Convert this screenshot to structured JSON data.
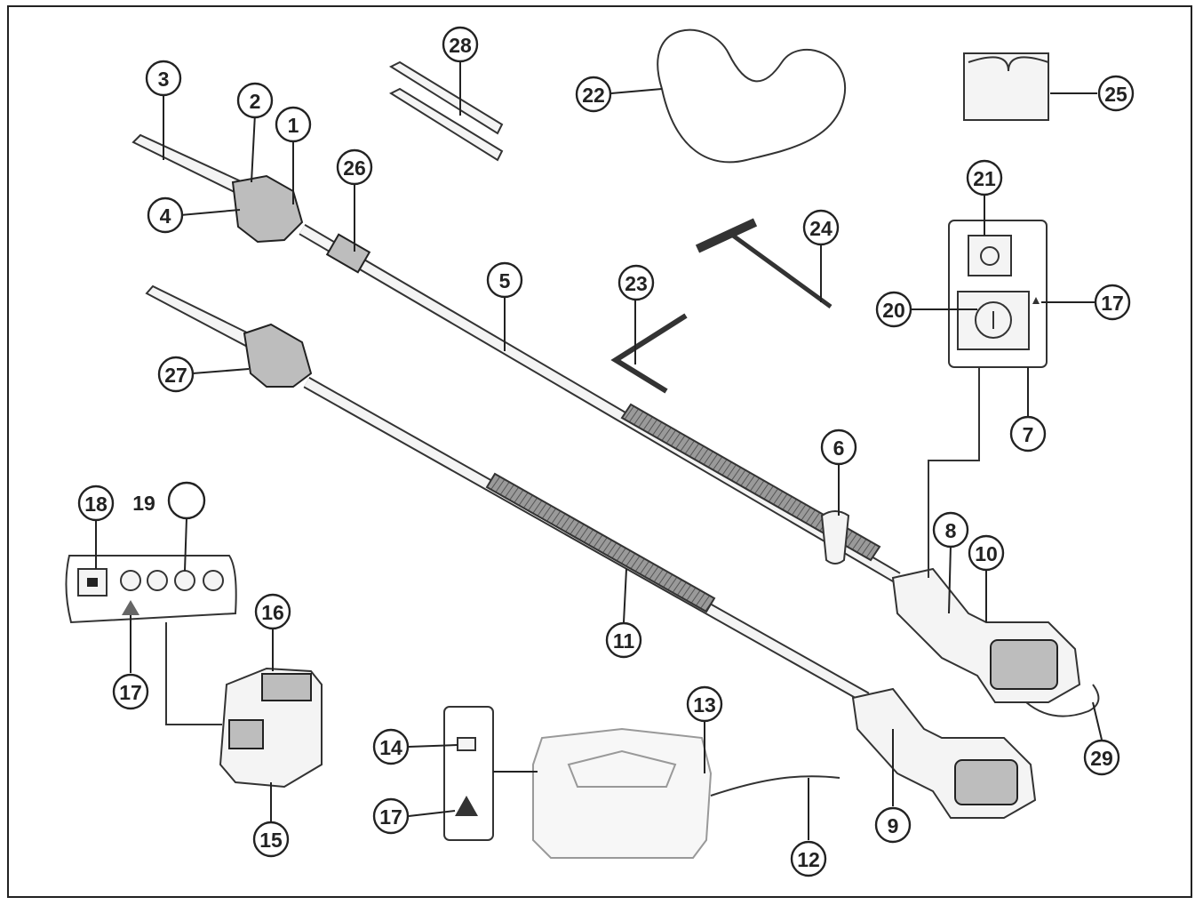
{
  "callouts": [
    {
      "id": "c1",
      "label": "1"
    },
    {
      "id": "c2",
      "label": "2"
    },
    {
      "id": "c3",
      "label": "3"
    },
    {
      "id": "c4",
      "label": "4"
    },
    {
      "id": "c5",
      "label": "5"
    },
    {
      "id": "c6",
      "label": "6"
    },
    {
      "id": "c7",
      "label": "7"
    },
    {
      "id": "c8",
      "label": "8"
    },
    {
      "id": "c9",
      "label": "9"
    },
    {
      "id": "c10",
      "label": "10"
    },
    {
      "id": "c11",
      "label": "11"
    },
    {
      "id": "c12",
      "label": "12"
    },
    {
      "id": "c13",
      "label": "13"
    },
    {
      "id": "c14",
      "label": "14"
    },
    {
      "id": "c15",
      "label": "15"
    },
    {
      "id": "c16",
      "label": "16"
    },
    {
      "id": "c17a",
      "label": "17"
    },
    {
      "id": "c17b",
      "label": "17"
    },
    {
      "id": "c17c",
      "label": "17"
    },
    {
      "id": "c18",
      "label": "18"
    },
    {
      "id": "c20",
      "label": "20"
    },
    {
      "id": "c21",
      "label": "21"
    },
    {
      "id": "c22",
      "label": "22"
    },
    {
      "id": "c23",
      "label": "23"
    },
    {
      "id": "c24",
      "label": "24"
    },
    {
      "id": "c25",
      "label": "25"
    },
    {
      "id": "c26",
      "label": "26"
    },
    {
      "id": "c27",
      "label": "27"
    },
    {
      "id": "c28",
      "label": "28"
    },
    {
      "id": "c29",
      "label": "29"
    }
  ],
  "free_label_19": "19",
  "colors": {
    "line": "#222222",
    "fill": "#f4f4f4",
    "dark": "#bdbdbd"
  }
}
